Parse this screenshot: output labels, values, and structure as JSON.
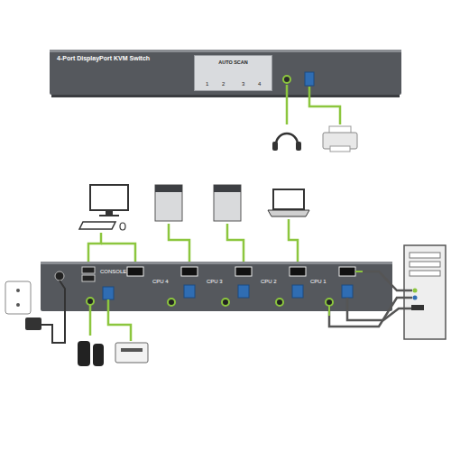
{
  "diagram": {
    "nodes": [
      {
        "text": [
          "4-Port DisplayPort KVM Switch"
        ]
      },
      {
        "text": [
          "AUTO SCAN",
          "1",
          "2",
          "3",
          "4"
        ],
        "in": 0
      },
      {
        "text": [
          "CONSOLE",
          "CPU 4",
          "CPU 3",
          "CPU 2",
          "CPU 1"
        ]
      }
    ]
  }
}
